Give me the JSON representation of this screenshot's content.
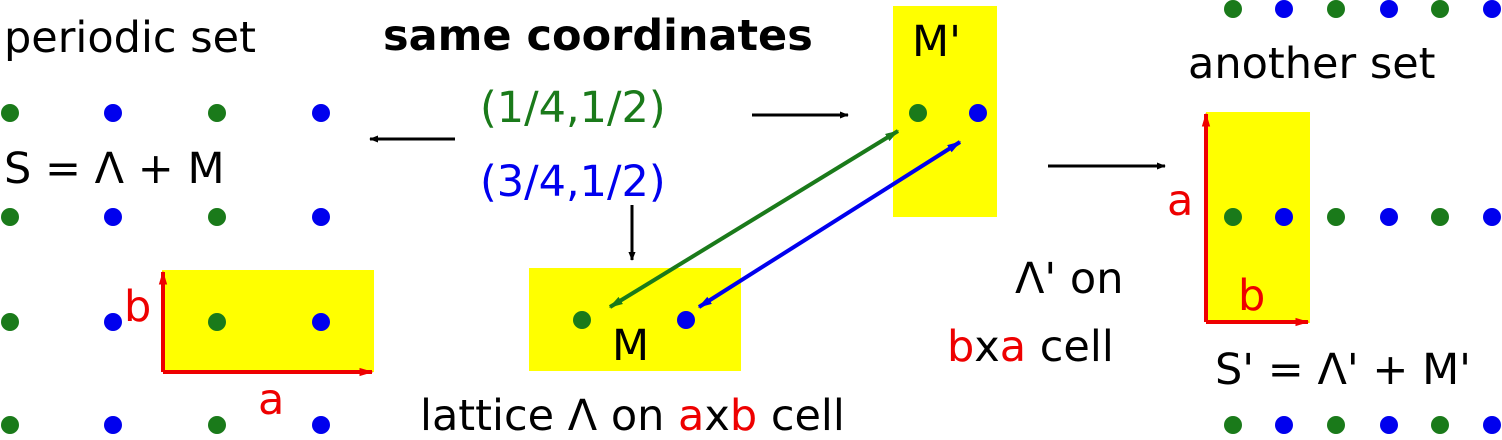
{
  "labels": {
    "periodic_set": "periodic set",
    "same_coordinates": "same coordinates",
    "coord_green": "(1/4,1/2)",
    "coord_blue": "(3/4,1/2)",
    "s_formula": "S = Λ + M",
    "m_prime": "M'",
    "m": "M",
    "another_set": "another set",
    "s_prime_formula": "S' = Λ' + M'",
    "lattice_prefix": "lattice Λ on ",
    "lattice_a": "a",
    "lattice_x": "x",
    "lattice_b": "b",
    "lattice_suffix": " cell",
    "lambda_prime_on": "Λ' on",
    "cell_b": "b",
    "cell_x": "x",
    "cell_a": "a",
    "cell_suffix": " cell",
    "axis_a_left": "a",
    "axis_b_left": "b",
    "axis_a_right": "a",
    "axis_b_right": "b"
  },
  "colors": {
    "green": "#1a7a1a",
    "blue": "#0000ee",
    "red": "#ee0000",
    "yellow": "#ffff00",
    "black": "#000000"
  },
  "point_sets": {
    "left_set_pattern": [
      "green",
      "blue",
      "green",
      "blue"
    ],
    "right_set_pattern": [
      "green",
      "blue",
      "green",
      "blue",
      "green",
      "blue"
    ]
  }
}
